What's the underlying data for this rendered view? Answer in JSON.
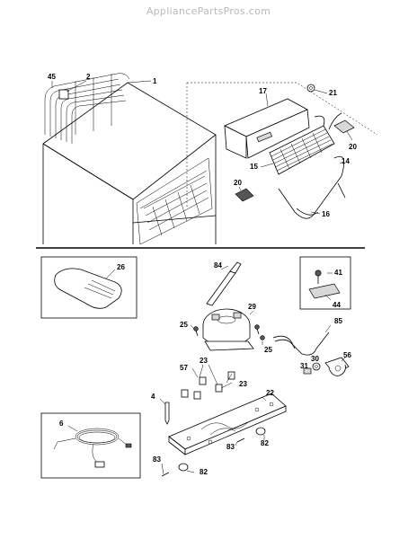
{
  "site_title": "AppliancePartsPros.com",
  "callouts": {
    "c45": "45",
    "c2": "2",
    "c1": "1",
    "c17": "17",
    "c21": "21",
    "c20a": "20",
    "c15": "15",
    "c14": "14",
    "c20b": "20",
    "c16": "16",
    "c26": "26",
    "c84": "84",
    "c41": "41",
    "c44": "44",
    "c29": "29",
    "c25a": "25",
    "c25b": "25",
    "c85": "85",
    "c57": "57",
    "c23a": "23",
    "c23b": "23",
    "c30": "30",
    "c31": "31",
    "c56": "56",
    "c4": "4",
    "c22": "22",
    "c6": "6",
    "c83a": "83",
    "c82a": "82",
    "c83b": "83",
    "c82b": "82"
  }
}
